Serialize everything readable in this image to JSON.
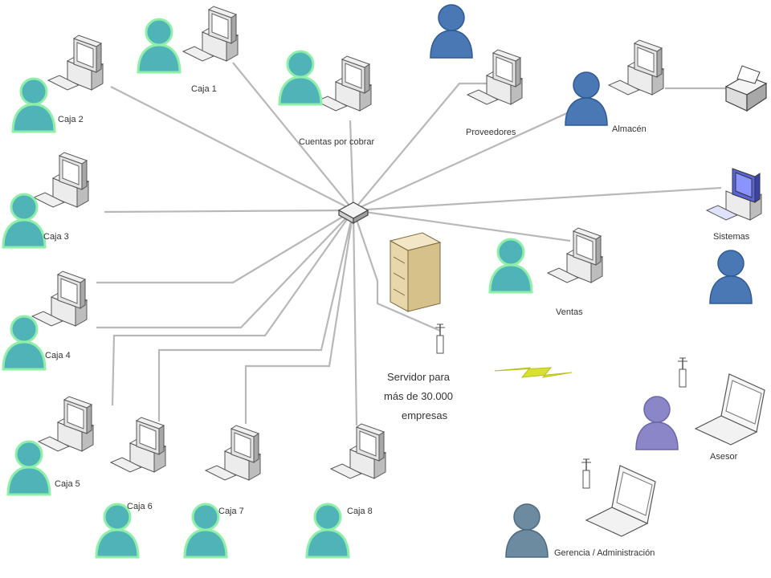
{
  "nodes": {
    "caja1": "Caja 1",
    "caja2": "Caja 2",
    "caja3": "Caja 3",
    "caja4": "Caja 4",
    "caja5": "Caja 5",
    "caja6": "Caja 6",
    "caja7": "Caja 7",
    "caja8": "Caja 8",
    "cuentas": "Cuentas por cobrar",
    "proveedores": "Proveedores",
    "almacen": "Almacén",
    "sistemas": "Sistemas",
    "ventas": "Ventas",
    "asesor": "Asesor",
    "gerencia": "Gerencia / Administración"
  },
  "server": {
    "line1": "Servidor para",
    "line2": "más de 30.000",
    "line3": "empresas"
  },
  "colors": {
    "teal_user": "#4fb3b8",
    "teal_glow": "#8ef0a8",
    "blue_user": "#4a78b4",
    "purple_user": "#8a86c8",
    "grey_user": "#6c8aa0",
    "line": "#b8b8b8",
    "monitor_blue": "#5a64d8",
    "lightning": "#d8e030"
  },
  "icons": [
    "computer-icon",
    "user-icon",
    "hub-icon",
    "server-icon",
    "antenna-icon",
    "laptop-icon",
    "printer-icon",
    "lightning-icon"
  ]
}
